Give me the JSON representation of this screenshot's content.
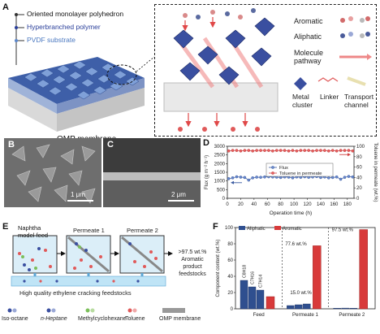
{
  "panelA": {
    "letter": "A",
    "legend": [
      "Oriented monolayer polyhedron",
      "Hyperbranched polymer",
      "PVDF substrate"
    ],
    "caption": "OMP membrane",
    "inset": {
      "aromatic": "Aromatic",
      "aliphatic": "Aliphatic",
      "pathway": "Molecule pathway",
      "metal_line1": "Metal",
      "metal_line2": "cluster",
      "linker": "Linker",
      "transport_line1": "Transport",
      "transport_line2": "channel"
    }
  },
  "panelB": {
    "letter": "B",
    "scale": "1 μm"
  },
  "panelC": {
    "letter": "C",
    "scale": "2 μm"
  },
  "panelD": {
    "letter": "D",
    "ylabel_left": "Flux (g m⁻² h⁻¹)",
    "ylabel_right": "Toluene in permeate (wt.%)",
    "xlabel": "Operation time (h)",
    "legend_flux": "Flux",
    "legend_toluene": "Toluene in permeate",
    "xticks": [
      "0",
      "20",
      "40",
      "60",
      "80",
      "100",
      "120",
      "140",
      "160",
      "180"
    ],
    "yticks_left": [
      "0",
      "500",
      "1000",
      "1500",
      "2000",
      "2500",
      "3000"
    ],
    "yticks_right": [
      "0",
      "20",
      "40",
      "60",
      "80",
      "100"
    ]
  },
  "panelE": {
    "letter": "E",
    "feed_line1": "Naphtha",
    "feed_line2": "model feed",
    "permeate1": "Permeate 1",
    "permeate2": "Permeate 2",
    "result_line1": ">97.5 wt.%",
    "result_line2": "Aromatic",
    "result_line3": "product feedstocks",
    "bottom_text": "High quality ethylene cracking feedstocks",
    "legend": [
      "Iso-octane",
      "n-Heptane",
      "Methylcyclohexane",
      "Toluene",
      "OMP membrane"
    ]
  },
  "panelF": {
    "letter": "F",
    "ylabel": "Component content (wt.%)",
    "legend_aliphatic": "Aliphatic",
    "legend_aromatic": "Aromatic",
    "yticks": [
      "0",
      "20",
      "40",
      "60",
      "80",
      "100"
    ],
    "annot_p1_aro": "77.6 wt.%",
    "annot_p1_ali": "15.0 wt.%",
    "annot_p2": "97.5 wt.%",
    "bar_labels": [
      "C8H18",
      "C7H16",
      "C7H14"
    ],
    "groups": [
      "Feed",
      "Permeate 1",
      "Permeate 2"
    ]
  },
  "chart_data": [
    {
      "type": "scatter",
      "xlabel": "Operation time (h)",
      "ylabel": "Flux (g m⁻² h⁻¹)",
      "ylabel_right": "Toluene in permeate (wt.%)",
      "xlim": [
        0,
        190
      ],
      "ylim": [
        0,
        3000
      ],
      "ylim_right": [
        0,
        100
      ],
      "series": [
        {
          "name": "Flux",
          "axis": "left",
          "x": [
            2,
            8,
            14,
            20,
            26,
            32,
            38,
            44,
            50,
            56,
            62,
            68,
            74,
            80,
            86,
            92,
            98,
            104,
            110,
            116,
            122,
            128,
            134,
            140,
            146,
            152,
            158,
            164,
            170,
            176,
            182,
            188
          ],
          "y": [
            1130,
            1180,
            1240,
            1220,
            1200,
            1050,
            1180,
            1220,
            1210,
            1230,
            1240,
            1230,
            1220,
            1200,
            1230,
            1220,
            1180,
            1230,
            1210,
            1240,
            1210,
            1230,
            1250,
            1200,
            1230,
            1180,
            1200,
            1230,
            1100,
            1210,
            1260,
            1230
          ]
        },
        {
          "name": "Toluene in permeate",
          "axis": "right",
          "x": [
            2,
            8,
            14,
            20,
            26,
            32,
            38,
            44,
            50,
            56,
            62,
            68,
            74,
            80,
            86,
            92,
            98,
            104,
            110,
            116,
            122,
            128,
            134,
            140,
            146,
            152,
            158,
            164,
            170,
            176,
            182,
            188
          ],
          "y": [
            91,
            92,
            92,
            91,
            92,
            92,
            91,
            92,
            92,
            92,
            92,
            91,
            92,
            92,
            92,
            91,
            92,
            91,
            92,
            92,
            92,
            91,
            92,
            92,
            92,
            91,
            92,
            91,
            92,
            92,
            92,
            91
          ]
        }
      ]
    },
    {
      "type": "bar",
      "ylabel": "Component content (wt.%)",
      "ylim": [
        0,
        100
      ],
      "groups": [
        {
          "name": "Feed",
          "series": [
            {
              "name": "Aliphatic",
              "values": [
                35,
                27,
                23
              ]
            },
            {
              "name": "Aromatic",
              "values": [
                15
              ]
            }
          ]
        },
        {
          "name": "Permeate 1",
          "series": [
            {
              "name": "Aliphatic",
              "values": [
                4,
                5,
                6
              ]
            },
            {
              "name": "Aromatic",
              "values": [
                77.6
              ]
            }
          ]
        },
        {
          "name": "Permeate 2",
          "series": [
            {
              "name": "Aliphatic",
              "values": [
                0.8,
                0.9,
                0.8
              ]
            },
            {
              "name": "Aromatic",
              "values": [
                97.5
              ]
            }
          ]
        }
      ]
    }
  ]
}
